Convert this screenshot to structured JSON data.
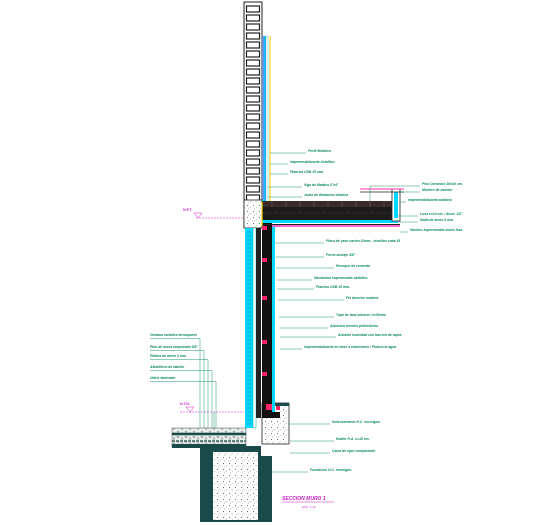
{
  "drawing": {
    "title": "SECCION MURO 1",
    "scale": "ESC. 1:10",
    "level_upper": "N.P.T.",
    "level_lower": "N.T.N.",
    "right_upper_labels": [
      "Perfil Metalico",
      "Impermeabilizante Asfaltico",
      "Plancha OSB 15 mm.",
      "Viga de Madera 2\"x4\"",
      "Junta de dilatacion elastica"
    ],
    "slab_labels": [
      "Piso Ceramico 30x30 cm.",
      "Mortero de asiento",
      "Impermeabilizante asfaltico",
      "Losa e=10 cm. / Alum. 1/2\"",
      "Malla de acero 8 mm."
    ],
    "slab_extra_label": "Mortero impermeable sobre losa",
    "right_middle_labels": [
      "Placa de yeso carton 10mm - tornillos cada 15",
      "Perno anclaje 3/8\"",
      "Revoque de cemento",
      "Membrana impermeable asfaltica",
      "Plancha OSB 15 mm.",
      "Pie derecho madera",
      "Tapa de lana mineral / e=50mm",
      "Aislacion termica poliestireno",
      "Aislante humedad con barrera de vapor",
      "Impermeabilizante en base a elastomero / Pintura al agua"
    ],
    "right_lower_labels": [
      "Sobrecimiento H.C. hormigon",
      "Radier H.A. e=10 cm.",
      "Cama de ripio compactado",
      "Fundacion H.C. hormigon"
    ],
    "left_labels": [
      "Ventana metalica termopanel",
      "Pilar de acero empotrado 5/8\"",
      "Pletina de acero 3 mm.",
      "Albañileria de ladrillo",
      "Vidrio laminado"
    ],
    "colors": {
      "annotation": "#0a8a5a",
      "levels": "#cc22cc",
      "concrete_fill": "#1b4a4a",
      "structure": "#222222",
      "insulation": "#00d8ff",
      "accent": "#ff2266"
    }
  }
}
